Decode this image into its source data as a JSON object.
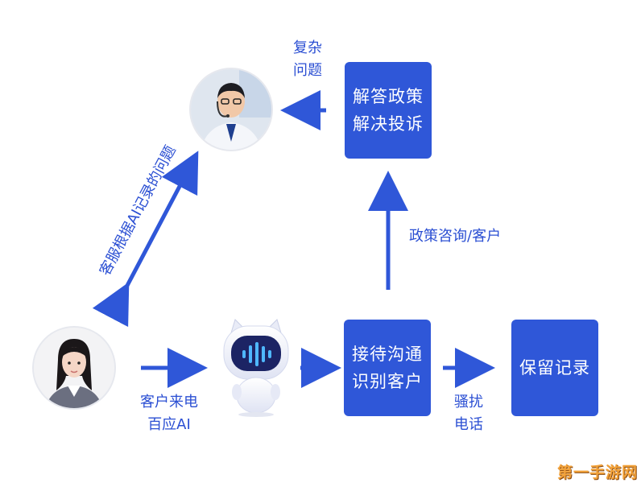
{
  "nodes": {
    "answer_policy_line1": "解答政策",
    "answer_policy_line2": "解决投诉",
    "reception_line1": "接待沟通",
    "reception_line2": "识别客户",
    "keep_record": "保留记录"
  },
  "labels": {
    "complex_line1": "复杂",
    "complex_line2": "问题",
    "policy_consult": "政策咨询/客户",
    "incoming_line1": "客户来电",
    "incoming_line2": "百应AI",
    "harass_line1": "骚扰",
    "harass_line2": "电话",
    "agent_note": "客服根据AI记录的问题"
  },
  "colors": {
    "accent": "#2f57d8",
    "text_accent": "#2b4fd3"
  },
  "watermark": "第一手游网"
}
